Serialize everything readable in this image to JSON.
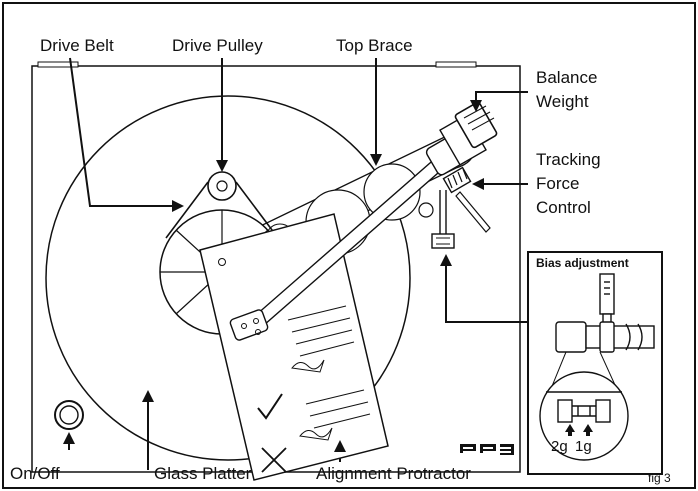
{
  "labels": {
    "drive_belt": "Drive Belt",
    "drive_pulley": "Drive Pulley",
    "top_brace": "Top Brace",
    "balance_weight_line1": "Balance",
    "balance_weight_line2": "Weight",
    "tracking_line1": "Tracking",
    "tracking_line2": "Force",
    "tracking_line3": "Control",
    "bias_adjustment": "Bias adjustment",
    "on_off": "On/Off",
    "glass_platter": "Glass Platter",
    "alignment_protractor": "Alignment Protractor",
    "fig": "fig 3",
    "model_logo": "RP3",
    "gauge_2g": "2g",
    "gauge_1g": "1g"
  },
  "colors": {
    "line": "#111111",
    "background": "#ffffff"
  }
}
